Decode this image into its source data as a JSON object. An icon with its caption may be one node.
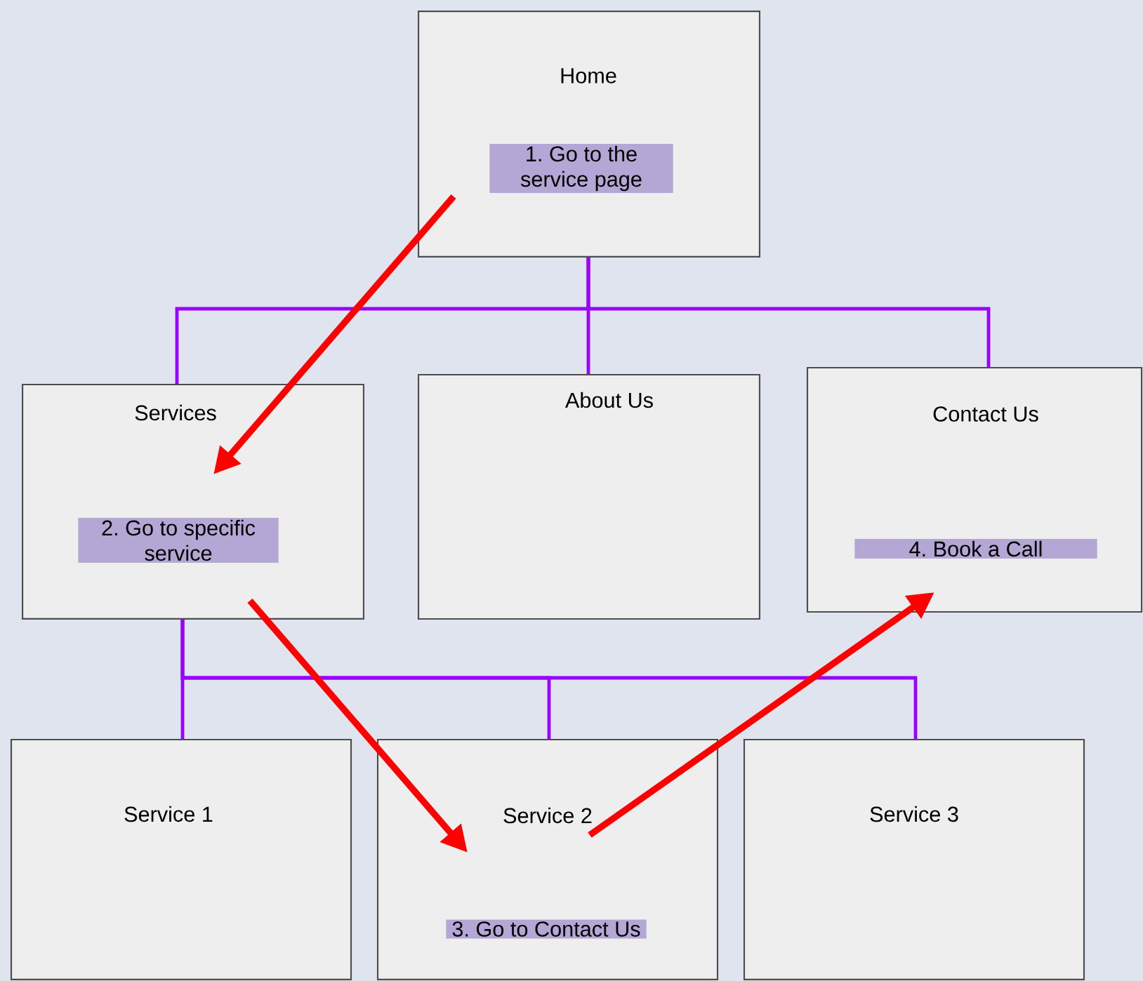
{
  "diagram": {
    "nodes": [
      {
        "text": [
          "Home",
          "1. Go to the service page"
        ]
      },
      {
        "text": [
          "Services",
          "2. Go to specific service"
        ]
      },
      {
        "text": [
          "About Us"
        ]
      },
      {
        "text": [
          "Contact Us",
          "4. Book a Call"
        ]
      },
      {
        "text": [
          "Service 1"
        ]
      },
      {
        "text": [
          "Service 2",
          "3. Go to Contact Us"
        ]
      },
      {
        "text": [
          "Service 3"
        ]
      }
    ],
    "edges": [
      {
        "from": 0,
        "to": 1,
        "arrow": "none"
      },
      {
        "from": 0,
        "to": 2,
        "arrow": "none"
      },
      {
        "from": 0,
        "to": 3,
        "arrow": "none"
      },
      {
        "from": 1,
        "to": 4,
        "arrow": "none"
      },
      {
        "from": 1,
        "to": 5,
        "arrow": "none"
      },
      {
        "from": 1,
        "to": 6,
        "arrow": "none"
      },
      {
        "from": 0,
        "to": 1,
        "arrow": "to",
        "style": "thick",
        "color": "#ff0000"
      },
      {
        "from": 1,
        "to": 5,
        "arrow": "to",
        "style": "thick",
        "color": "#ff0000"
      },
      {
        "from": 5,
        "to": 3,
        "arrow": "to",
        "style": "thick",
        "color": "#ff0000"
      }
    ]
  }
}
